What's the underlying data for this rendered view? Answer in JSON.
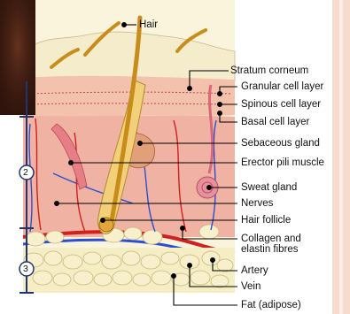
{
  "labels": {
    "hair": "Hair",
    "stratum_corneum": "Stratum corneum",
    "granular": "Granular cell layer",
    "spinous": "Spinous cell layer",
    "basal": "Basal cell layer",
    "sebaceous": "Sebaceous gland",
    "erector": "Erector pili muscle",
    "sweat": "Sweat gland",
    "nerves": "Nerves",
    "follicle": "Hair follicle",
    "collagen": "Collagen and elastin fibres",
    "artery": "Artery",
    "vein": "Vein",
    "fat": "Fat (adipose)"
  },
  "markers": {
    "dermis": "2",
    "hypodermis": "3"
  },
  "colors": {
    "stratum": "#f4eccb",
    "epidermis": "#f3c2ad",
    "dermis": "#f0b2a2",
    "fat": "#f5edc4",
    "artery": "#d02020",
    "vein": "#2a4fd0",
    "hair": "#c88c1a",
    "frame": "#1f3570",
    "right_bar": "#f6dccd"
  }
}
